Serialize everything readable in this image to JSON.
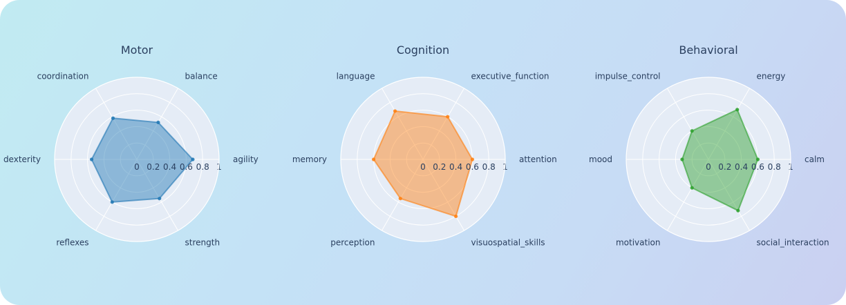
{
  "chart_data": [
    {
      "type": "radar",
      "title": "Motor",
      "axes": [
        "agility",
        "balance",
        "coordination",
        "dexterity",
        "reflexes",
        "strength"
      ],
      "values": [
        0.68,
        0.52,
        0.58,
        0.55,
        0.6,
        0.55
      ],
      "color": "#1f77b4",
      "rlim": [
        0,
        1
      ],
      "ticks": [
        "0",
        "0.2",
        "0.4",
        "0.6",
        "0.8",
        "1"
      ]
    },
    {
      "type": "radar",
      "title": "Cognition",
      "axes": [
        "attention",
        "executive_function",
        "language",
        "memory",
        "perception",
        "visuospatial_skills"
      ],
      "values": [
        0.6,
        0.6,
        0.68,
        0.6,
        0.55,
        0.8
      ],
      "color": "#ff7f0e",
      "rlim": [
        0,
        1
      ],
      "ticks": [
        "0",
        "0.2",
        "0.4",
        "0.6",
        "0.8",
        "1"
      ]
    },
    {
      "type": "radar",
      "title": "Behavioral",
      "axes": [
        "calm",
        "energy",
        "impulse_control",
        "mood",
        "motivation",
        "social_interaction"
      ],
      "values": [
        0.6,
        0.7,
        0.4,
        0.32,
        0.4,
        0.72
      ],
      "color": "#2ca02c",
      "rlim": [
        0,
        1
      ],
      "ticks": [
        "0",
        "0.2",
        "0.4",
        "0.6",
        "0.8",
        "1"
      ]
    }
  ]
}
